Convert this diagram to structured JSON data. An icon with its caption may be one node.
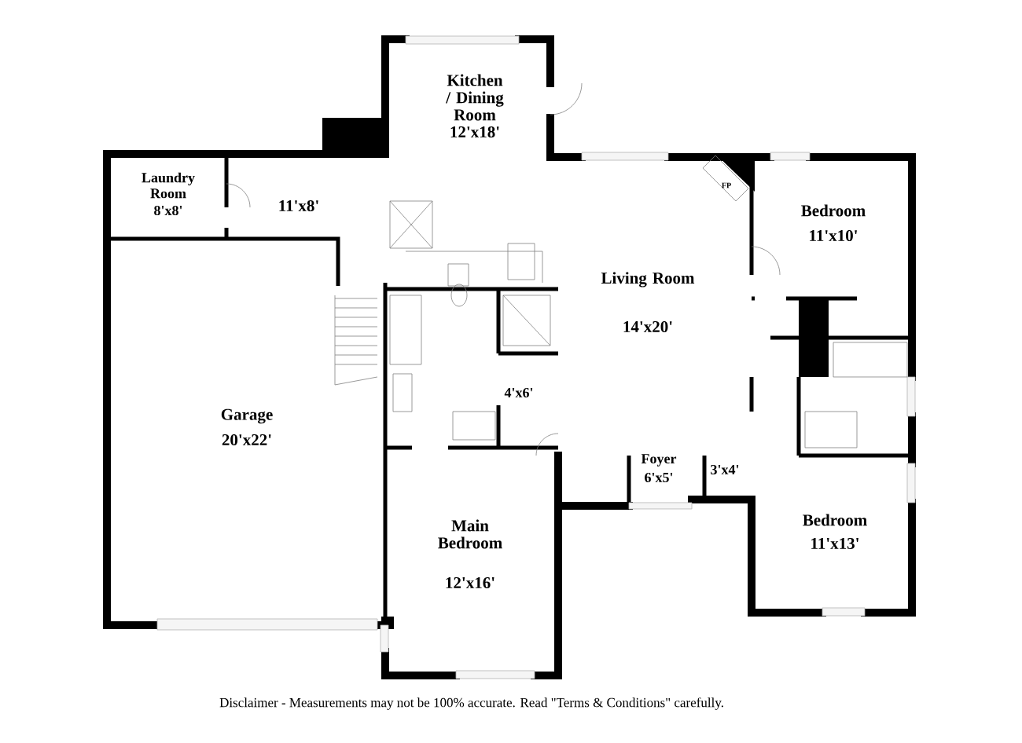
{
  "diagram": {
    "caption": "Disclaimer - Measurements may not be 100% accurate. Read \"Terms & Conditions\" carefully.",
    "labels": [
      "Kitchen / Dining Room",
      "12'x18'",
      "Laundry Room",
      "8'x8'",
      "11'x8'",
      "FP",
      "Bedroom",
      "11'x10'",
      "Living Room",
      "14'x20'",
      "4'x6'",
      "Garage",
      "20'x22'",
      "Foyer",
      "6'x5'",
      "3'x4'",
      "Main Bedroom",
      "12'x16'",
      "Bedroom",
      "11'x13'"
    ]
  }
}
